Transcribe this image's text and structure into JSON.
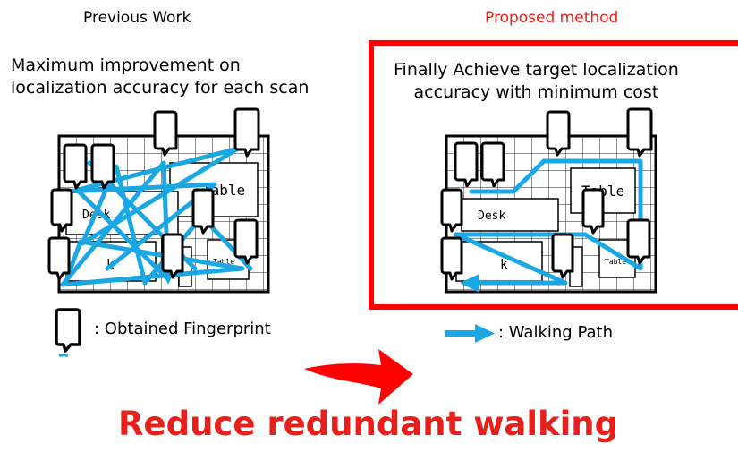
{
  "left_panel": {
    "header": "Previous Work",
    "description_line1": "Maximum improvement on",
    "description_line2": "localization accuracy for each scan",
    "labels": {
      "desk": "Desk",
      "table": "Table",
      "desk_fragment": "k",
      "table_small": "Table"
    }
  },
  "right_panel": {
    "header": "Proposed method",
    "description_line1": "Finally Achieve target localization",
    "description_line2": "accuracy with minimum cost",
    "labels": {
      "desk": "Desk",
      "table": "Table",
      "desk_fragment": "k",
      "table_small": "Table"
    }
  },
  "legend": {
    "fingerprint": ": Obtained Fingerprint",
    "walking_path": ": Walking Path"
  },
  "conclusion": "Reduce redundant walking",
  "colors": {
    "path": "#1aa7e3",
    "highlight": "#ff0000",
    "header_red": "#e8201c"
  }
}
